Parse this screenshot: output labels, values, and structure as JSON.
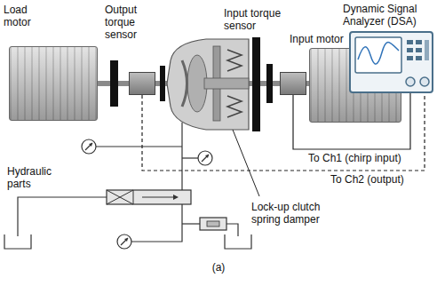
{
  "diagram": {
    "caption": "(a)",
    "nodes": [
      {
        "text": [
          "Load motor"
        ]
      },
      {
        "text": [
          "Output torque sensor"
        ]
      },
      {
        "text": [
          "Input torque sensor"
        ]
      },
      {
        "text": [
          "Input motor"
        ]
      },
      {
        "text": [
          "Dynamic Signal Analyzer (DSA)"
        ]
      }
    ],
    "edges": [
      {
        "from": 2,
        "to": 4,
        "label": "To Ch1 (chirp input)",
        "arrow": "none"
      },
      {
        "from": 1,
        "to": 4,
        "label": "To Ch2 (output)",
        "arrow": "none"
      }
    ],
    "labels": [
      "Hydraulic parts",
      "Lock-up clutch spring damper"
    ]
  }
}
